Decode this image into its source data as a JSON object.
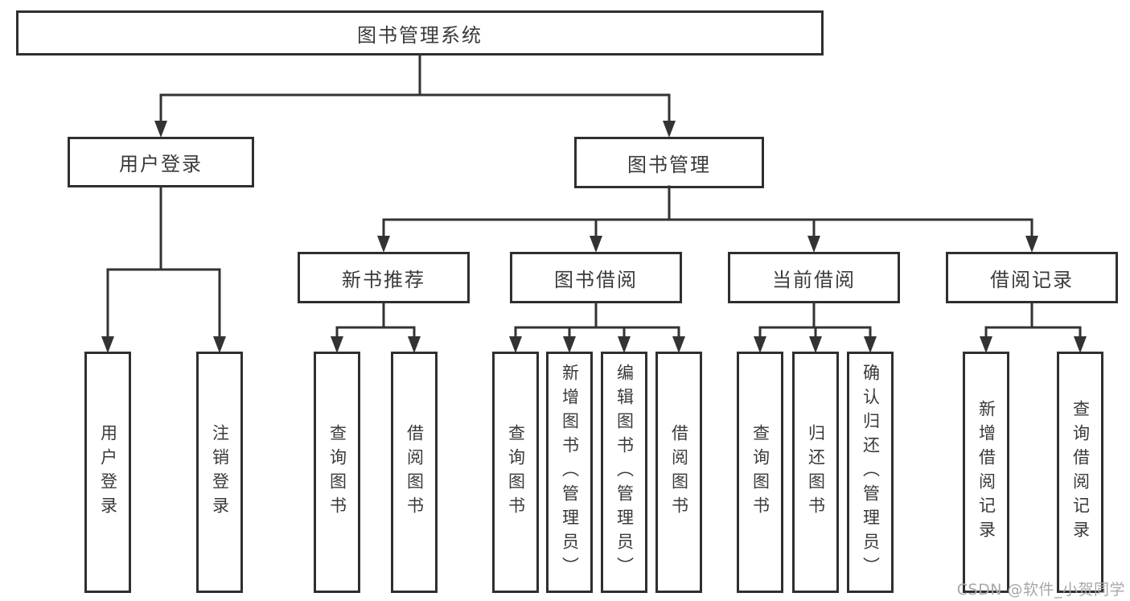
{
  "diagram": {
    "root": {
      "label": "图书管理系统"
    },
    "branches": [
      {
        "label": "用户登录",
        "children": [
          {
            "label": "用户登录"
          },
          {
            "label": "注销登录"
          }
        ]
      },
      {
        "label": "图书管理",
        "children": [
          {
            "label": "新书推荐",
            "children": [
              {
                "label": "查询图书"
              },
              {
                "label": "借阅图书"
              }
            ]
          },
          {
            "label": "图书借阅",
            "children": [
              {
                "label": "查询图书"
              },
              {
                "label": "新增图书（管理员）"
              },
              {
                "label": "编辑图书（管理员）"
              },
              {
                "label": "借阅图书"
              }
            ]
          },
          {
            "label": "当前借阅",
            "children": [
              {
                "label": "查询图书"
              },
              {
                "label": "归还图书"
              },
              {
                "label": "确认归还（管理员）"
              }
            ]
          },
          {
            "label": "借阅记录",
            "children": [
              {
                "label": "新增借阅记录"
              },
              {
                "label": "查询借阅记录"
              }
            ]
          }
        ]
      }
    ]
  },
  "watermark": {
    "text": "CSDN @软件_小贺同学"
  },
  "colors": {
    "line": "#333333",
    "border": "#2f2f2f",
    "text": "#3a3a3a",
    "watermark": "#a8a8a8",
    "background": "#ffffff"
  }
}
